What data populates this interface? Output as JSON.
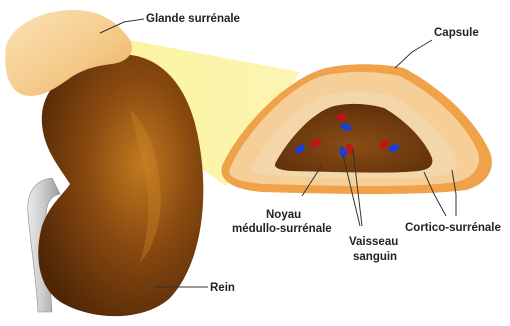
{
  "labels": {
    "adrenal": "Glande surrénale",
    "capsule": "Capsule",
    "medulla_line1": "Noyau",
    "medulla_line2": "médullo-surrénale",
    "vessel_line1": "Vaisseau",
    "vessel_line2": "sanguin",
    "cortex": "Cortico-surrénale",
    "kidney": "Rein"
  },
  "colors": {
    "kidney": "#8a4a10",
    "kidney_highlight": "#c07a20",
    "kidney_shadow": "#4e2606",
    "adrenal_gland": "#f4c987",
    "zoom_beam": "#fbf29a",
    "capsule": "#f0a24a",
    "cortex_outer": "#f6cf98",
    "cortex_inner": "#f3d6aa",
    "medulla": "#6e3a0c",
    "vessel_artery": "#c0141c",
    "vessel_vein": "#1a3fd6",
    "ureter": "#c9c9c9"
  }
}
